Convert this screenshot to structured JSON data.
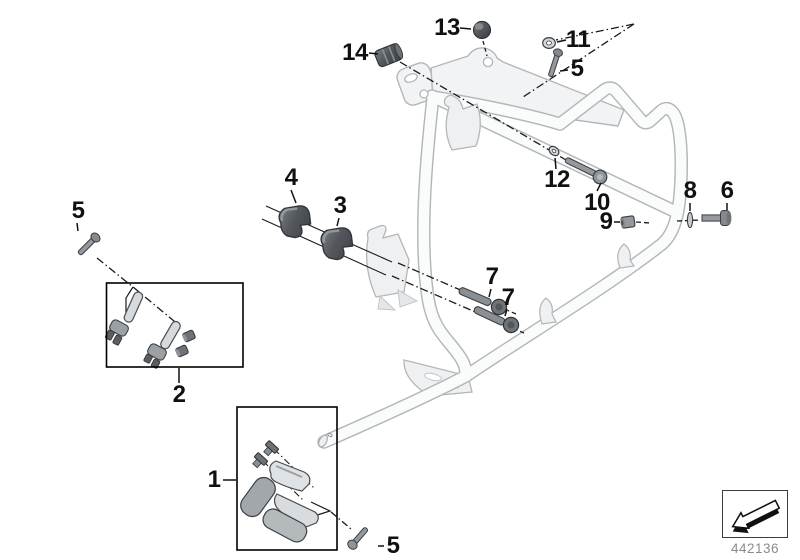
{
  "diagram": {
    "drawing_number": "442136",
    "footer_icon": "direction-arrow-icon",
    "callouts": {
      "c1": "1",
      "c2": "2",
      "c3": "3",
      "c4": "4",
      "c5_top": "5",
      "c5_left": "5",
      "c5_bottom": "5",
      "c6": "6",
      "c7_upper": "7",
      "c7_lower": "7",
      "c8": "8",
      "c9": "9",
      "c10": "10",
      "c11": "11",
      "c12": "12",
      "c13": "13",
      "c14": "14"
    },
    "colors": {
      "background": "#ffffff",
      "tube_outline": "#b3b7ba",
      "tube_fill": "#fafbfb",
      "metal_part": "#95999d",
      "rubber_part": "#54585c",
      "callout_text": "#111111",
      "drawing_number_text": "#8a8a8a",
      "box_border": "#000000"
    }
  }
}
